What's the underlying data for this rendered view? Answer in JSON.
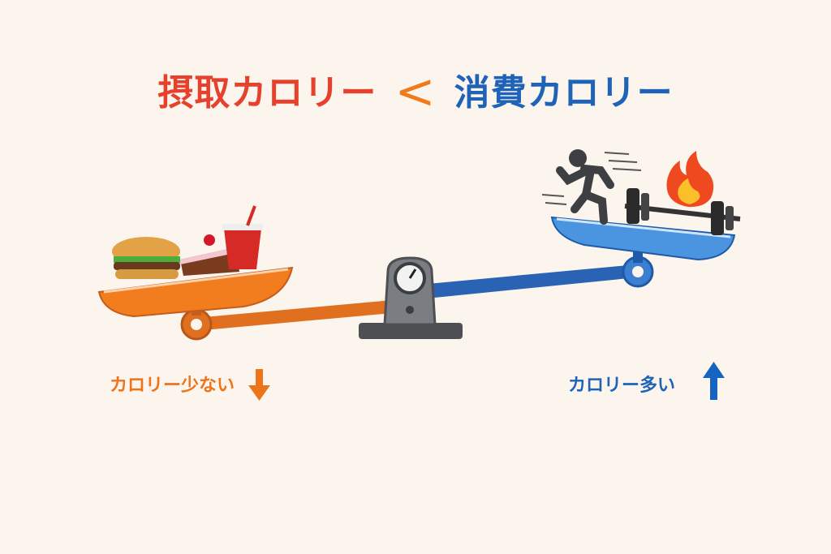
{
  "title": {
    "intake": "摂取カロリー",
    "comparator": "<",
    "expenditure": "消費カロリー"
  },
  "labels": {
    "left": "カロリー少ない",
    "right": "カロリー多い"
  },
  "colors": {
    "intake": "#e5412d",
    "comparator": "#f07a1a",
    "expenditure": "#1f63b8",
    "background": "#fcf5ee"
  }
}
